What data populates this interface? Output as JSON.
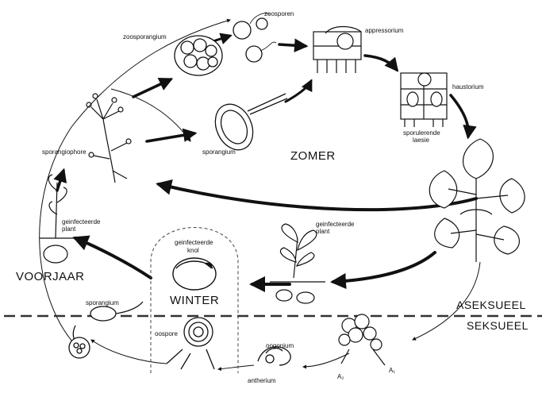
{
  "season_labels": {
    "summer": "ZOMER",
    "spring": "VOORJAAR",
    "winter": "WINTER"
  },
  "mode_labels": {
    "asexual": "ASEKSUEEL",
    "sexual": "SEKSUEEL"
  },
  "stage_labels": {
    "zoosporangium": "zoosporangium",
    "zoosporen": "zoosporen",
    "appressorium": "appressorium",
    "haustorium": "haustorium",
    "sporulerende_line1": "sporulerende",
    "sporulerende_line2": "laesie",
    "sporangium_top": "sporangium",
    "sporangiophore": "sporangiophore",
    "geinfecteerde_plant_left_1": "geinfecteerde",
    "geinfecteerde_plant_left_2": "plant",
    "geinfecteerde_plant_mid_1": "geinfecteerde",
    "geinfecteerde_plant_mid_2": "plant",
    "geinfecteerde_knol_1": "geinfecteerde",
    "geinfecteerde_knol_2": "knol",
    "sporangium_bottom": "sporangium",
    "oospore": "oospore",
    "oogonium": "oogonium",
    "antherium": "antherium",
    "a1": "A₁",
    "a2": "A₂"
  }
}
